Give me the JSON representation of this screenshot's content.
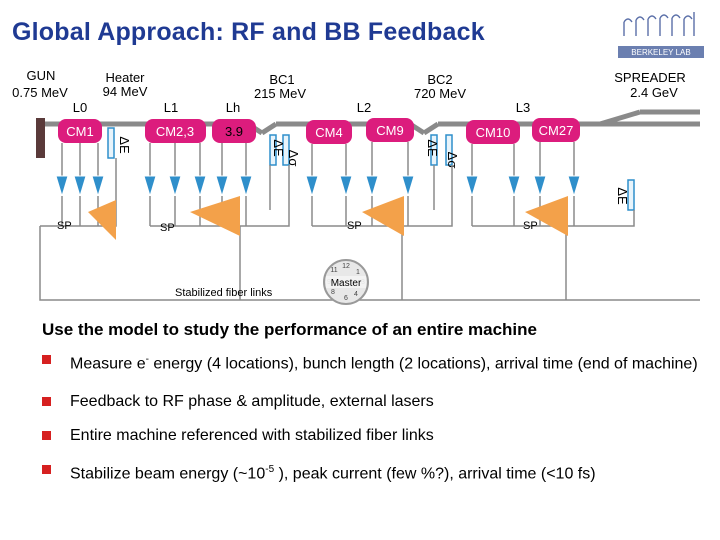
{
  "title": "Global Approach: RF and BB Feedback",
  "logo_text": "BERKELEY LAB",
  "beamline": {
    "gun_label": "GUN",
    "gun_energy": "0.75 MeV",
    "heater_label": "Heater",
    "heater_energy": "94 MeV",
    "bc1_label": "BC1",
    "bc1_energy": "215 MeV",
    "bc2_label": "BC2",
    "bc2_energy": "720 MeV",
    "spreader_label": "SPREADER",
    "spreader_energy": "2.4 GeV",
    "section_L0": "L0",
    "section_L1": "L1",
    "section_Lh": "Lh",
    "section_L2": "L2",
    "section_L3": "L3",
    "cm1": "CM1",
    "cm23": "CM2,3",
    "c39": "3.9",
    "cm4": "CM4",
    "cm9": "CM9",
    "cm10": "CM10",
    "cm27": "CM27",
    "sp": "SP",
    "delta_e": "ΔE",
    "delta_sigma": "Δσ",
    "delta_sigma_sub": "t",
    "delta_e_sub": "f",
    "master": "Master",
    "fiber_note": "Stabilized fiber links"
  },
  "colors": {
    "title": "#1f3a93",
    "amp": "#f3a14a",
    "triangle": "#2f8fcb",
    "cavity": "#dc1c7d",
    "pipe": "#808080",
    "bullet": "#d62020"
  },
  "heading": "Use the model to study the performance of an entire machine",
  "bullets": [
    {
      "pre": "Measure e",
      "sup1": "-",
      "post": " energy (4 locations), bunch length (2 locations), arrival time (end of machine)"
    },
    {
      "pre": "Feedback to RF phase & amplitude, external lasers"
    },
    {
      "pre": "Entire machine referenced with stabilized fiber links"
    },
    {
      "pre": "Stabilize beam energy (~10",
      "sup1": "-5",
      "post": " ), peak current (few %?), arrival time (<10 fs)"
    }
  ]
}
